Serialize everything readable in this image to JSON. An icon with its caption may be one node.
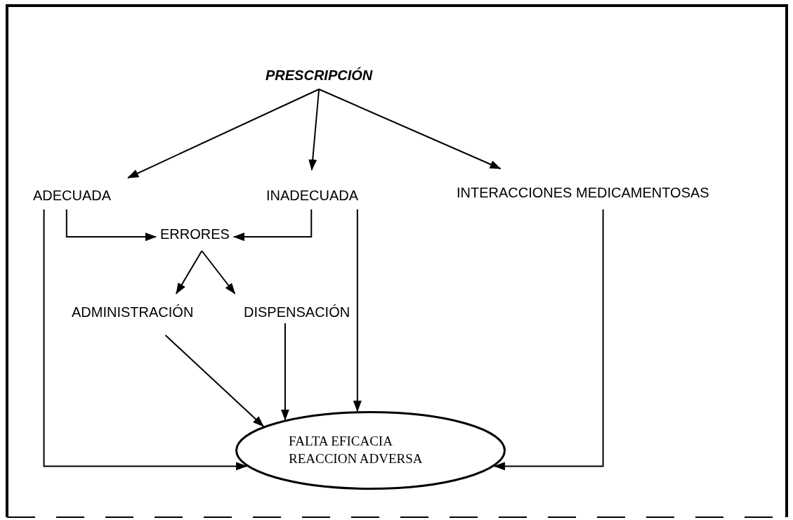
{
  "diagram": {
    "nodes": [
      {
        "text": [
          "PRESCRIPCIÓN"
        ]
      },
      {
        "text": [
          "ADECUADA"
        ]
      },
      {
        "text": [
          "INADECUADA"
        ]
      },
      {
        "text": [
          "INTERACCIONES MEDICAMENTOSAS"
        ]
      },
      {
        "text": [
          "ERRORES"
        ]
      },
      {
        "text": [
          "ADMINISTRACIÓN"
        ]
      },
      {
        "text": [
          "DISPENSACIÓN"
        ]
      },
      {
        "text": [
          "FALTA EFICACIA REACCION ADVERSA"
        ]
      }
    ],
    "edges": [
      {
        "from": 0,
        "to": 1,
        "arrow": "to"
      },
      {
        "from": 0,
        "to": 2,
        "arrow": "to"
      },
      {
        "from": 0,
        "to": 3,
        "arrow": "to"
      },
      {
        "from": 1,
        "to": 4,
        "arrow": "to"
      },
      {
        "from": 2,
        "to": 4,
        "arrow": "to"
      },
      {
        "from": 4,
        "to": 5,
        "arrow": "to"
      },
      {
        "from": 4,
        "to": 6,
        "arrow": "to"
      },
      {
        "from": 5,
        "to": 7,
        "arrow": "to"
      },
      {
        "from": 6,
        "to": 7,
        "arrow": "to"
      },
      {
        "from": 2,
        "to": 7,
        "arrow": "to"
      },
      {
        "from": 1,
        "to": 7,
        "arrow": "to"
      },
      {
        "from": 3,
        "to": 7,
        "arrow": "to"
      }
    ]
  }
}
